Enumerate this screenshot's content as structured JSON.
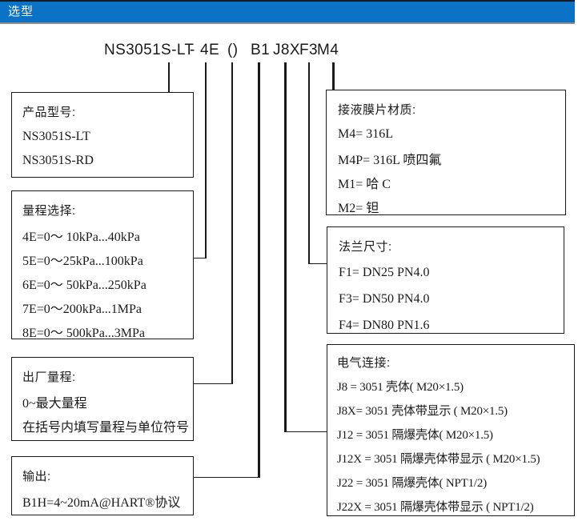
{
  "header": {
    "title": "选型"
  },
  "model_code": {
    "parts": [
      "NS3051S-LT",
      "-",
      "4E",
      "()",
      "B1",
      "J8X",
      "F3",
      "M4"
    ]
  },
  "boxes": {
    "product_model": {
      "title": "产品型号:",
      "lines": [
        "NS3051S-LT",
        "NS3051S-RD"
      ]
    },
    "range_selection": {
      "title": "量程选择:",
      "lines": [
        "4E=0～ 10kPa...40kPa",
        "5E=0～25kPa...100kPa",
        "6E=0～ 50kPa...250kPa",
        "7E=0～200kPa...1MPa",
        "8E=0～ 500kPa...3MPa"
      ]
    },
    "factory_range": {
      "title": "出厂量程:",
      "lines": [
        "0~最大量程",
        "在括号内填写量程与单位符号"
      ]
    },
    "output": {
      "title": "输出:",
      "lines": [
        "B1H=4~20mA@HART®协议"
      ]
    },
    "diaphragm_material": {
      "title": "接液膜片材质:",
      "lines": [
        "M4= 316L",
        "M4P= 316L 喷四氟",
        "M1= 哈 C",
        "M2= 钽"
      ]
    },
    "flange_size": {
      "title": "法兰尺寸:",
      "lines": [
        "F1= DN25 PN4.0",
        "F3= DN50 PN4.0",
        "F4= DN80 PN1.6"
      ]
    },
    "electrical_connection": {
      "title": "电气连接:",
      "lines": [
        "J8 = 3051 壳体( M20×1.5)",
        "J8X= 3051 壳体带显示 ( M20×1.5)",
        "J12 = 3051 隔爆壳体( M20×1.5)",
        "J12X = 3051 隔爆壳体带显示 ( M20×1.5)",
        "J22 = 3051 隔爆壳体( NPT1/2)",
        "J22X = 3051 隔爆壳体带显示 ( NPT1/2)"
      ]
    }
  },
  "colors": {
    "header_bar": "#0c72c6",
    "header_top_rule": "#131a22",
    "header_bottom_rule": "#8f8f8f",
    "line": "#1a1a1a",
    "text": "#1a1a1a",
    "background": "#ffffff"
  }
}
